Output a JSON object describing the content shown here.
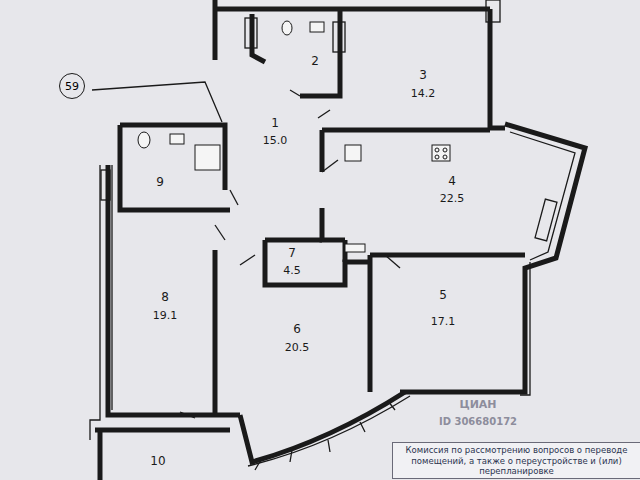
{
  "diagram": {
    "nodes": [
      {
        "text": [
          "59"
        ]
      },
      {
        "text": [
          "Комиссия по рассмотрению вопросов о переводе помещений, а также о переустройстве и (или) перепланировке"
        ]
      }
    ],
    "labels": [
      "1",
      "15.0",
      "2",
      "3",
      "14.2",
      "4",
      "22.5",
      "5",
      "17.1",
      "6",
      "20.5",
      "7",
      "4.5",
      "8",
      "19.1",
      "9",
      "10",
      "ЦИАН",
      "ID 306680172"
    ]
  }
}
